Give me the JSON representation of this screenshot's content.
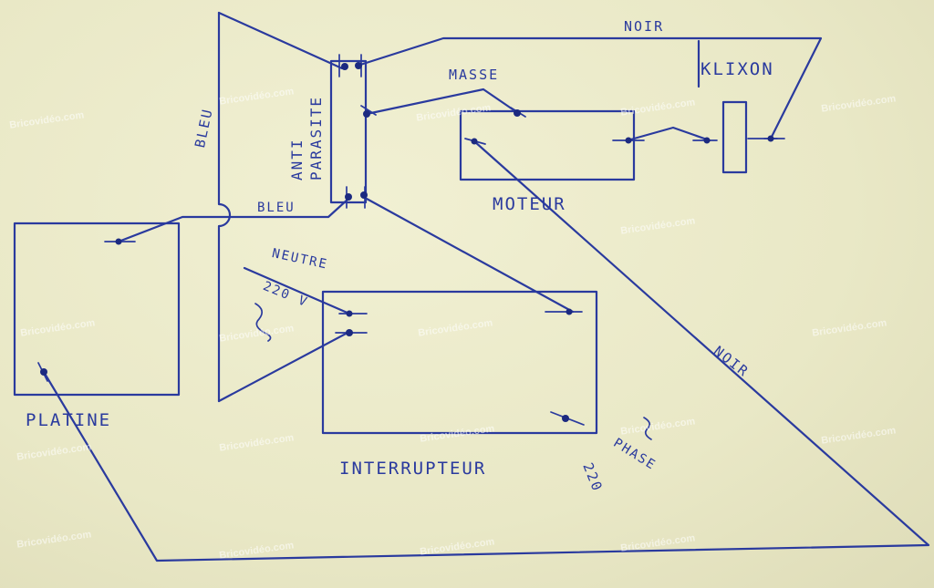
{
  "diagram": {
    "components": {
      "platine": "PLATINE",
      "moteur": "MOTEUR",
      "interrupteur": "INTERRUPTEUR",
      "klixon": "KLIXON",
      "antiparasite_line1": "ANTI",
      "antiparasite_line2": "PARASITE"
    },
    "wire_labels": {
      "noir_top": "NOIR",
      "noir_diag": "NOIR",
      "bleu_vertical": "BLEU",
      "bleu_horizontal": "BLEU",
      "masse": "MASSE",
      "neutre": "NEUTRE",
      "neutre_voltage": "220 V",
      "phase": "PHASE",
      "phase_voltage": "220"
    },
    "watermark": "Bricovidéo.com",
    "ink_color": "#2a3a9e"
  }
}
